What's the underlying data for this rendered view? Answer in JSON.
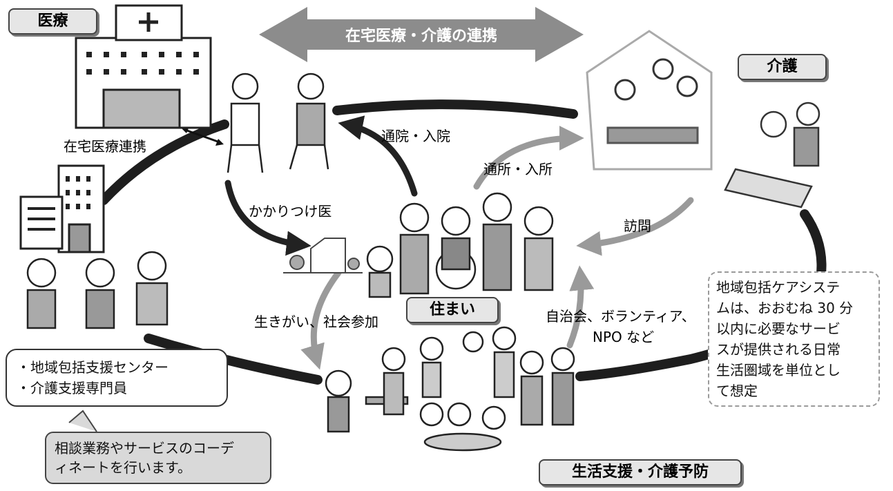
{
  "banner": {
    "text": "在宅医療・介護の連携"
  },
  "categories": {
    "medical": "医療",
    "care": "介護",
    "housing": "住まい",
    "lifesupport": "生活支援・介護予防"
  },
  "arrow_labels": {
    "home_medical": "在宅医療連携",
    "outpatient": "通院・入院",
    "daycare": "通所・入所",
    "family_doctor": "かかりつけ医",
    "visit": "訪問",
    "purpose": "生きがい、社会参加",
    "volunteer_line1": "自治会、ボランティア、",
    "volunteer_line2": "NPO など"
  },
  "support_box": {
    "items": [
      "・地域包括支援センター",
      "・介護支援専門員"
    ]
  },
  "consult_bubble": {
    "lines": [
      "相談業務やサービスのコーデ",
      "ィネートを行います。"
    ]
  },
  "area_note": {
    "lines": [
      "地域包括ケアシステ",
      "ムは、おおむね 30 分",
      "以内に必要なサービ",
      "スが提供される日常",
      "生活圏域を単位とし",
      "て想定"
    ]
  },
  "colors": {
    "ring": "#1e1e1e",
    "banner": "#8c8c8c",
    "arrow_gray": "#9a9a9a",
    "box_fill": "#e6e6e6"
  }
}
